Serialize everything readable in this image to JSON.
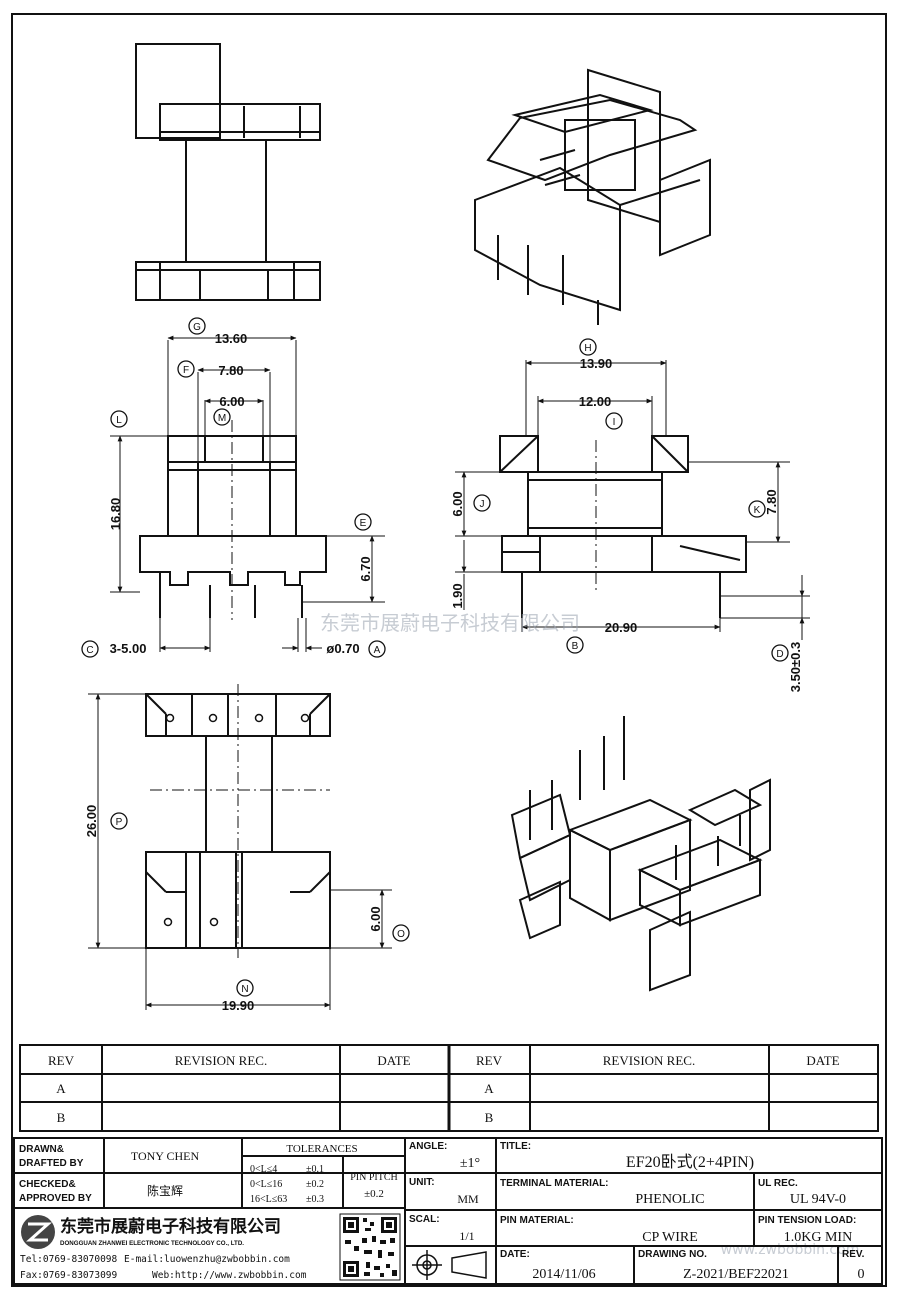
{
  "watermark": {
    "cn": "东莞市展蔚电子科技有限公司",
    "url": "www.zwbobbin.com"
  },
  "dims": {
    "g": "13.60",
    "f": "7.80",
    "m_val": "6.00",
    "l": "16.80",
    "e": "6.70",
    "c": "3-5.00",
    "a": "ø0.70",
    "h": "13.90",
    "i": "12.00",
    "j": "6.00",
    "k": "7.80",
    "b": "20.90",
    "bh": "1.90",
    "d": "3.50±0.3",
    "p": "26.00",
    "o": "6.00",
    "n": "19.90"
  },
  "circles": {
    "g": "G",
    "f": "F",
    "m": "M",
    "l": "L",
    "e": "E",
    "c": "C",
    "a": "A",
    "h": "H",
    "i": "I",
    "j": "J",
    "k": "K",
    "b": "B",
    "d": "D",
    "p": "P",
    "o": "O",
    "n": "N"
  },
  "revision": {
    "headers": [
      "REV",
      "REVISION REC.",
      "DATE",
      "REV",
      "REVISION REC.",
      "DATE"
    ],
    "rows": [
      "A",
      "B"
    ]
  },
  "title_block": {
    "drawn_label": "DRAWN&\nDRAFTED BY",
    "drawn_value": "TONY CHEN",
    "checked_label": "CHECKED&\nAPPROVED BY",
    "checked_value": "陈宝辉",
    "tolerances_label": "TOLERANCES",
    "tol_rows": [
      [
        "0<L≤4",
        "±0.1"
      ],
      [
        "0<L≤16",
        "±0.2"
      ],
      [
        "16<L≤63",
        "±0.3"
      ]
    ],
    "pin_pitch_label": "PIN PITCH",
    "pin_pitch_value": "±0.2",
    "angle_label": "ANGLE:",
    "angle_value": "±1°",
    "unit_label": "UNIT:",
    "unit_value": "MM",
    "scal_label": "SCAL:",
    "scal_value": "1/1",
    "title_label": "TITLE:",
    "title_value": "EF20卧式(2+4PIN)",
    "terminal_label": "TERMINAL MATERIAL:",
    "terminal_value": "PHENOLIC",
    "ul_label": "UL REC.",
    "ul_value": "UL 94V-0",
    "pin_mat_label": "PIN MATERIAL:",
    "pin_mat_value": "CP WIRE",
    "tension_label": "PIN TENSION LOAD:",
    "tension_value": "1.0KG MIN",
    "date_label": "DATE:",
    "date_value": "2014/11/06",
    "drawing_label": "DRAWING NO.",
    "drawing_value": "Z-2021/BEF22021",
    "rev_label": "REV.",
    "rev_value": "0"
  },
  "company": {
    "name_cn": "东莞市展蔚电子科技有限公司",
    "name_en": "DONGGUAN ZHANWEI ELECTRONIC TECHNOLOGY CO., LTD.",
    "tel": "Tel:0769-83070098",
    "email": "E-mail:luowenzhu@zwbobbin.com",
    "fax": "Fax:0769-83073099",
    "web": "Web:http://www.zwbobbin.com"
  }
}
